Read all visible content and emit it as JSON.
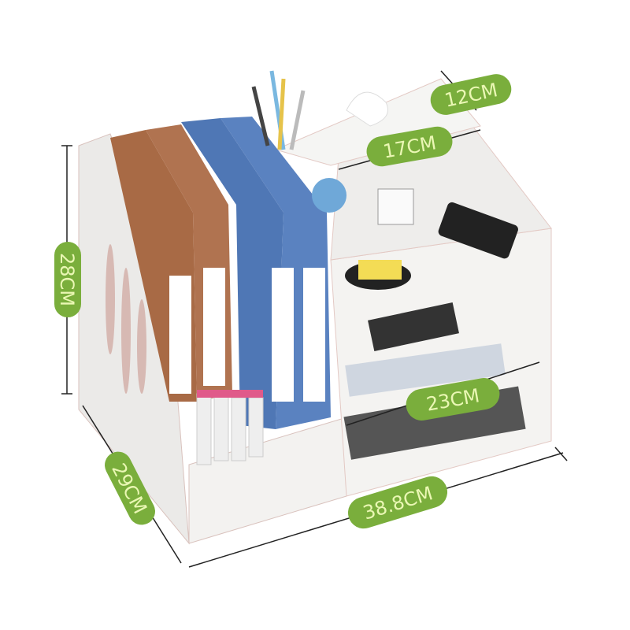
{
  "dimensions": {
    "depth_top": "12CM",
    "top_width": "17CM",
    "height": "28CM",
    "shelf_width": "23CM",
    "depth": "29CM",
    "width": "38.8CM"
  },
  "colors": {
    "label_bg": "#7aae3c",
    "label_text": "#eaf7b4",
    "board": "#f1f0ee",
    "edge": "#e3c9c4",
    "brown_binder": "#a86a45",
    "blue_binder": "#4f77b5"
  }
}
